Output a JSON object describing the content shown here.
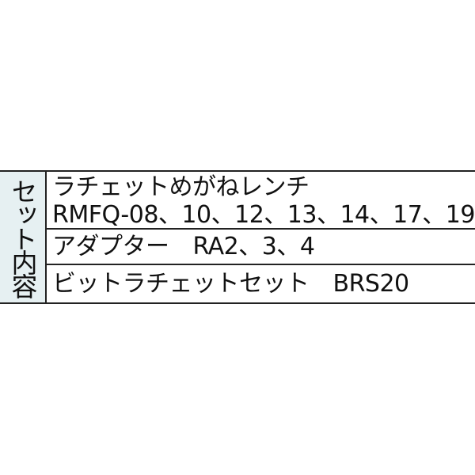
{
  "table": {
    "label": "セット内容",
    "rows": [
      {
        "name": "ラチェットめがねレンチ",
        "model": "RMFQ-08、10、12、13、14、17、19"
      },
      {
        "name": "アダプター",
        "model": "RA2、3、4"
      },
      {
        "name": "ビットラチェットセット",
        "model": "BRS20"
      }
    ]
  },
  "colors": {
    "label_background": "#e6f0f2",
    "border": "#222222",
    "text": "#111111"
  }
}
